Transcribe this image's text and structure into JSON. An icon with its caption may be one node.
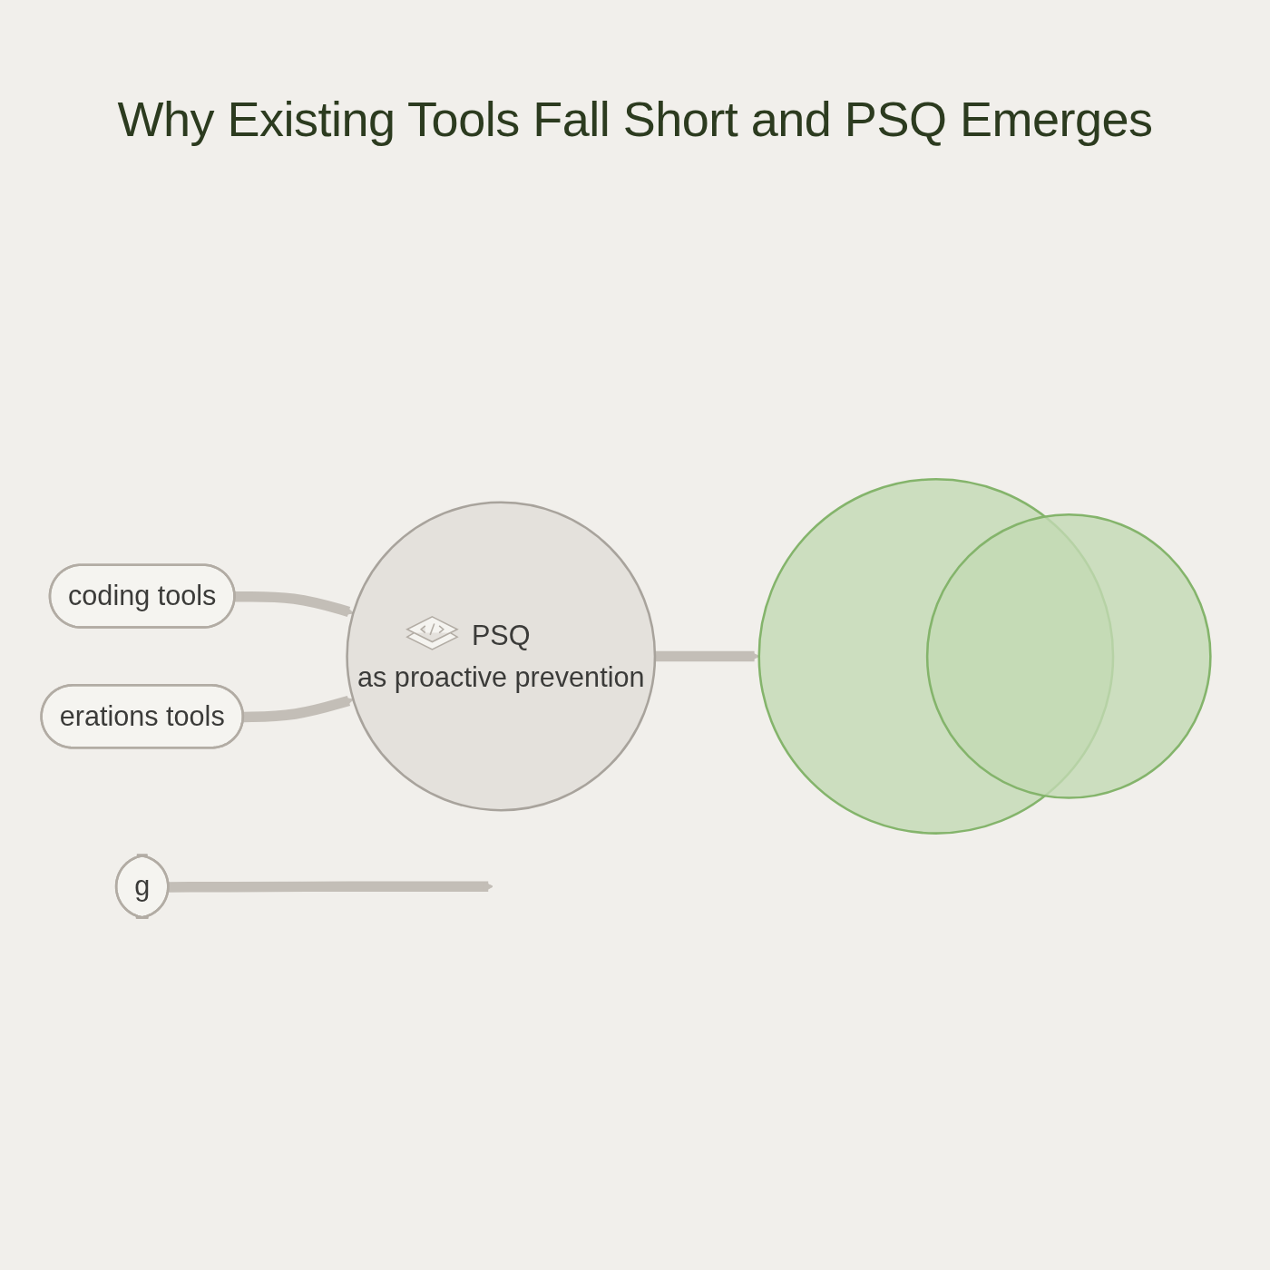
{
  "diagram": {
    "title": "Why Existing Tools Fall Short and PSQ Emerges",
    "nodes": [
      {
        "text": [
          "coding tools"
        ]
      },
      {
        "text": [
          "erations tools"
        ]
      },
      {
        "text": [
          "g"
        ]
      },
      {
        "text": [
          "PSQ",
          "as proactive prevention"
        ]
      },
      {
        "text": [],
        "shape": "circle"
      },
      {
        "text": [],
        "shape": "circle"
      }
    ],
    "edges": [
      {
        "from": 0,
        "to": 3,
        "arrow": "to"
      },
      {
        "from": 1,
        "to": 3,
        "arrow": "to"
      },
      {
        "from": 2,
        "to": null,
        "arrow": "to"
      },
      {
        "from": 3,
        "to": 4,
        "arrow": "to"
      }
    ]
  }
}
